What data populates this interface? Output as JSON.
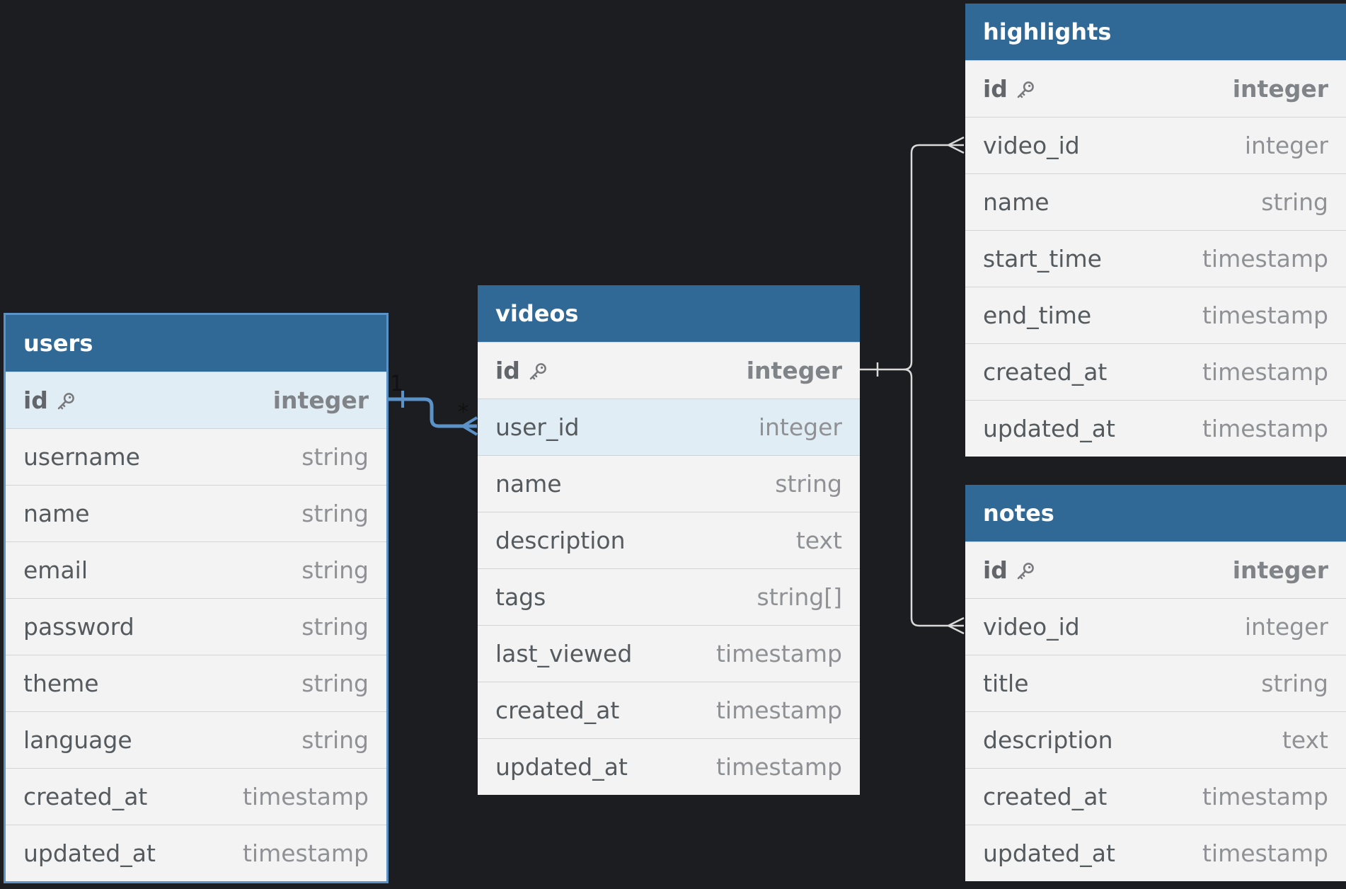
{
  "tables": {
    "users": {
      "name": "users",
      "fields": [
        {
          "name": "id",
          "type": "integer",
          "pk": true,
          "highlighted": true
        },
        {
          "name": "username",
          "type": "string"
        },
        {
          "name": "name",
          "type": "string"
        },
        {
          "name": "email",
          "type": "string"
        },
        {
          "name": "password",
          "type": "string"
        },
        {
          "name": "theme",
          "type": "string"
        },
        {
          "name": "language",
          "type": "string"
        },
        {
          "name": "created_at",
          "type": "timestamp"
        },
        {
          "name": "updated_at",
          "type": "timestamp"
        }
      ]
    },
    "videos": {
      "name": "videos",
      "fields": [
        {
          "name": "id",
          "type": "integer",
          "pk": true
        },
        {
          "name": "user_id",
          "type": "integer",
          "highlighted": true
        },
        {
          "name": "name",
          "type": "string"
        },
        {
          "name": "description",
          "type": "text"
        },
        {
          "name": "tags",
          "type": "string[]"
        },
        {
          "name": "last_viewed",
          "type": "timestamp"
        },
        {
          "name": "created_at",
          "type": "timestamp"
        },
        {
          "name": "updated_at",
          "type": "timestamp"
        }
      ]
    },
    "highlights": {
      "name": "highlights",
      "fields": [
        {
          "name": "id",
          "type": "integer",
          "pk": true
        },
        {
          "name": "video_id",
          "type": "integer"
        },
        {
          "name": "name",
          "type": "string"
        },
        {
          "name": "start_time",
          "type": "timestamp"
        },
        {
          "name": "end_time",
          "type": "timestamp"
        },
        {
          "name": "created_at",
          "type": "timestamp"
        },
        {
          "name": "updated_at",
          "type": "timestamp"
        }
      ]
    },
    "notes": {
      "name": "notes",
      "fields": [
        {
          "name": "id",
          "type": "integer",
          "pk": true
        },
        {
          "name": "video_id",
          "type": "integer"
        },
        {
          "name": "title",
          "type": "string"
        },
        {
          "name": "description",
          "type": "text"
        },
        {
          "name": "created_at",
          "type": "timestamp"
        },
        {
          "name": "updated_at",
          "type": "timestamp"
        }
      ]
    }
  },
  "relationships": [
    {
      "from": "users.id",
      "to": "videos.user_id",
      "from_label": "1",
      "to_label": "*",
      "active": true
    },
    {
      "from": "videos.id",
      "to": "highlights.video_id",
      "active": false
    },
    {
      "from": "videos.id",
      "to": "notes.video_id",
      "active": false
    }
  ],
  "icons": {
    "primary_key": "key-icon"
  },
  "colors": {
    "background": "#1c1d20",
    "header": "#306896",
    "active_link": "#5b93c9",
    "inactive_link": "#d9d9d9",
    "row_highlight": "#e1edf4"
  }
}
